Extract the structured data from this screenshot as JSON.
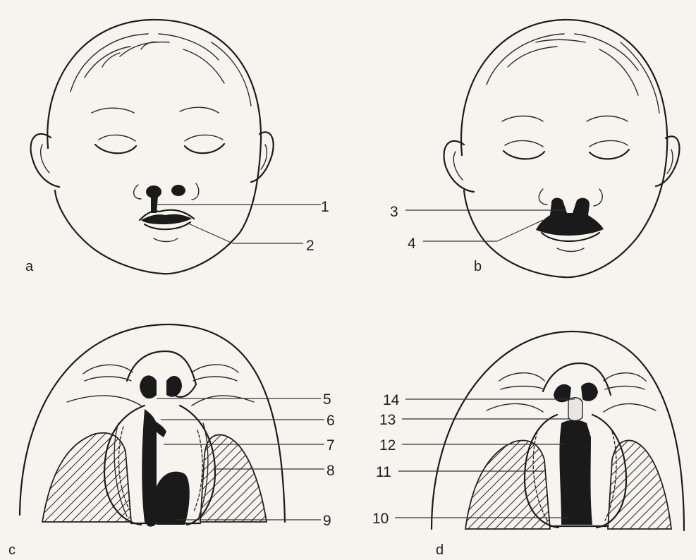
{
  "panels": {
    "a": "a",
    "b": "b",
    "c": "c",
    "d": "d"
  },
  "labels": [
    "1",
    "2",
    "3",
    "4",
    "5",
    "6",
    "7",
    "8",
    "9",
    "10",
    "11",
    "12",
    "13",
    "14"
  ]
}
